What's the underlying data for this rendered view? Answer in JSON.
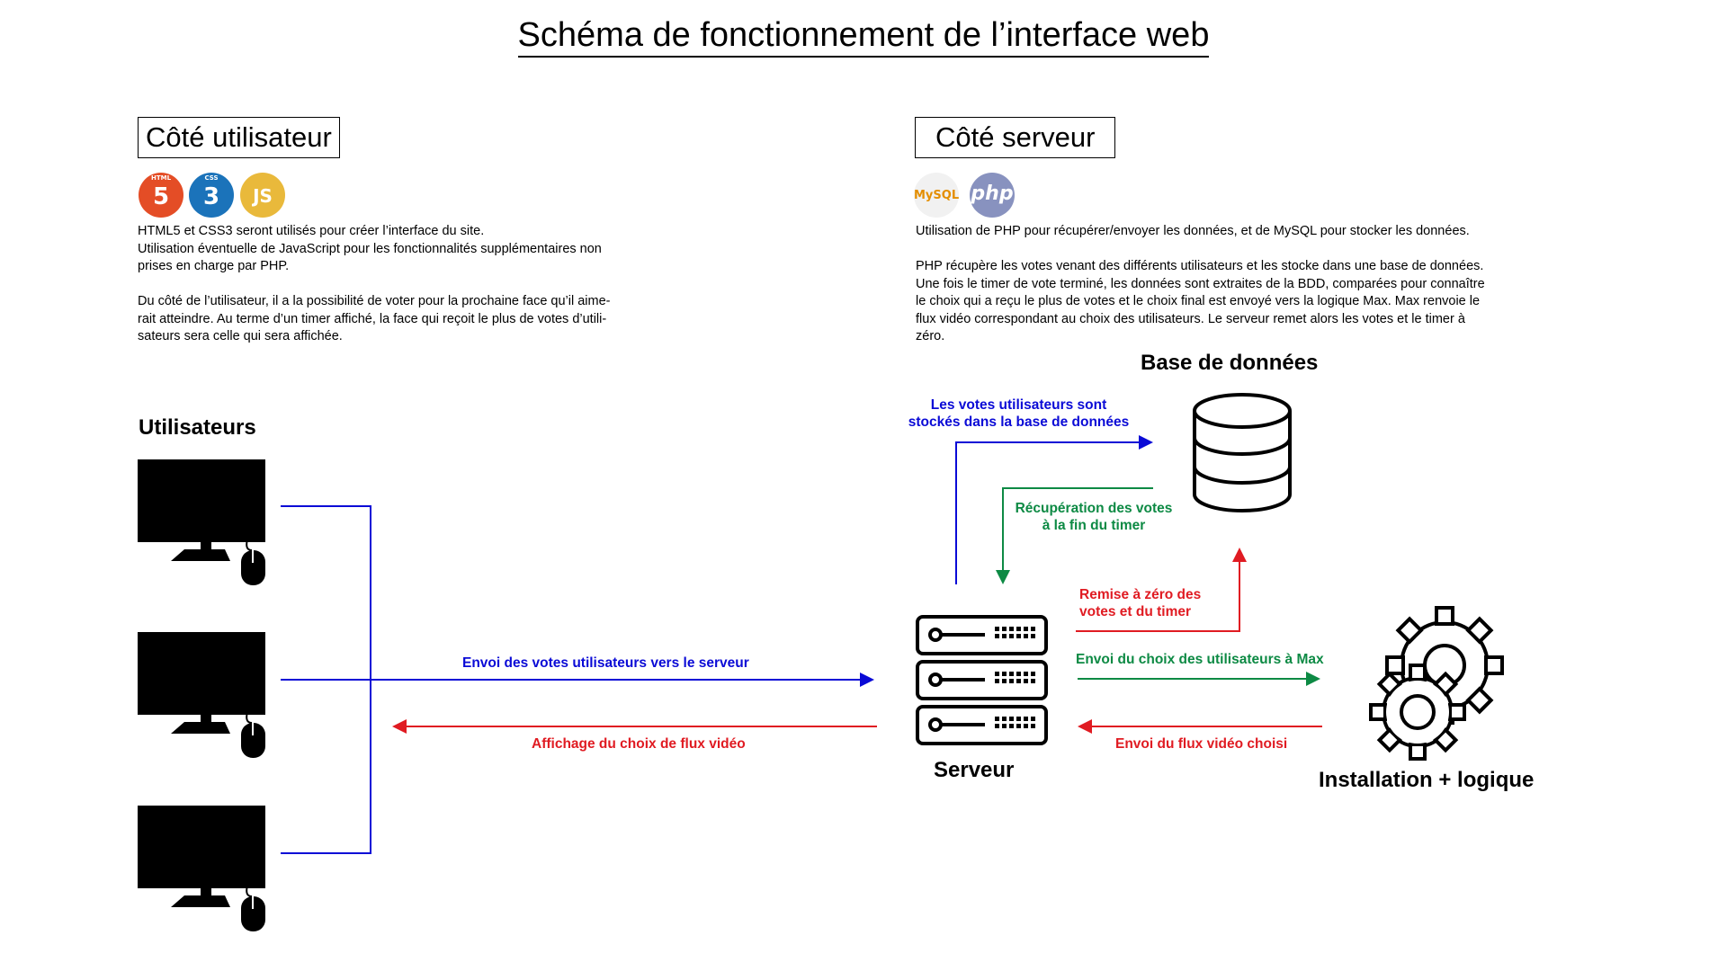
{
  "title": "Schéma de fonctionnement de l’interface web",
  "client": {
    "heading": "Côté utilisateur",
    "logos": [
      "html5-icon",
      "css3-icon",
      "javascript-icon"
    ],
    "logo_labels": {
      "html": "HTML",
      "css": "CSS",
      "js": "JS"
    },
    "paragraph1": "HTML5 et CSS3 seront utilisés pour créer l’interface du site.\nUtilisation éventuelle de JavaScript pour les fonctionnalités supplémentaires non\nprises en charge par PHP.",
    "paragraph2": "Du côté de l’utilisateur, il a la possibilité de voter pour la prochaine face qu’il aime-\nrait atteindre. Au terme d’un timer affiché, la face qui reçoit le plus de votes d’utili-\nsateurs sera celle qui sera affichée."
  },
  "server": {
    "heading": "Côté serveur",
    "logos": [
      "mysql-icon",
      "php-icon"
    ],
    "logo_labels": {
      "mysql": "MySQL",
      "php": "php"
    },
    "paragraph1": "Utilisation de PHP pour récupérer/envoyer les données, et de MySQL pour stocker les données.",
    "paragraph2": "PHP récupère les votes venant des différents utilisateurs et les stocke dans une base de données.\nUne fois le timer de vote terminé, les données sont extraites de la BDD, comparées pour connaître\nle choix qui a reçu le plus de votes et le choix final est envoyé vers la logique Max. Max renvoie le\nflux vidéo correspondant au choix des utilisateurs. Le serveur remet alors les votes et le timer à\nzéro."
  },
  "nodes": {
    "users": "Utilisateurs",
    "database": "Base de données",
    "server": "Serveur",
    "installation": "Installation + logique"
  },
  "arrows": {
    "send_votes": "Envoi des votes utilisateurs vers le serveur",
    "display_choice": "Affichage du choix de flux vidéo",
    "store_votes": "Les votes utilisateurs sont\nstockés dans la base de données",
    "retrieve_votes": "Récupération des votes\nà la fin du timer",
    "reset": "Remise à zéro des\nvotes et du timer",
    "send_choice": "Envoi du choix des utilisateurs à Max",
    "send_stream": "Envoi du flux vidéo choisi"
  },
  "colors": {
    "blue": "#0a0ad6",
    "green": "#0d8a44",
    "red": "#e01b22"
  }
}
